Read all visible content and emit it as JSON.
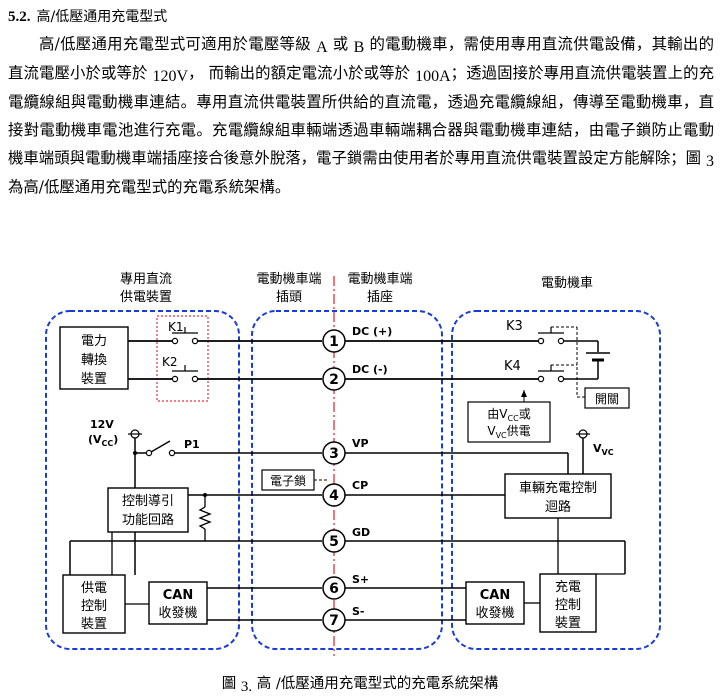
{
  "section": {
    "number": "5.2.",
    "title": "高/低壓通用充電型式"
  },
  "paragraph": {
    "t1": "高/低壓通用充電型式可適用於電壓等級 ",
    "level_a": "A",
    "t2": " 或 ",
    "level_b": "B",
    "t3": " 的電動機車，需使用專用直流供電設備，其輸出的直流電壓小於或等於 ",
    "voltage": "120V",
    "t4": "， 而輸出的額定電流小於或等於 ",
    "current": "100A",
    "t5": "；透過固接於專用直流供電裝置上的充電纜線組與電動機車連結。專用直流供電裝置所供給的直流電，透過充電纜線組，傳導至電動機車，直接對電動機車電池進行充電。充電纜線組車輛端透過車輛端耦合器與電動機車連結，由電子鎖防止電動機車端頭與電動機車端插座接合後意外脫落，電子鎖需由使用者於專用直流供電裝置設定方能解除；圖 ",
    "fig_ref": "3",
    "t6": " 為高/低壓通用充電型式的充電系統架構。"
  },
  "diagram": {
    "groups": {
      "supply_l1": "專用直流",
      "supply_l2": "供電裝置",
      "plug_l1": "電動機車端",
      "plug_l2": "插頭",
      "socket_l1": "電動機車端",
      "socket_l2": "插座",
      "vehicle": "電動機車"
    },
    "boxes": {
      "power_conv": [
        "電力",
        "轉換",
        "裝置"
      ],
      "control_pilot": [
        "控制導引",
        "功能回路"
      ],
      "supply_ctrl": [
        "供電",
        "控制",
        "裝置"
      ],
      "can_left": [
        "CAN",
        "收發機"
      ],
      "e_lock": "電子鎖",
      "vehicle_ctrl": [
        "車輛充電控制",
        "迴路"
      ],
      "can_right": [
        "CAN",
        "收發機"
      ],
      "charge_ctrl": [
        "充電",
        "控制",
        "裝置"
      ],
      "vcc_supply": [
        "由V",
        "CC",
        "或",
        "V",
        "VC",
        "供電"
      ],
      "open_close": "開關"
    },
    "switches": {
      "k1": "K1",
      "k2": "K2",
      "k3": "K3",
      "k4": "K4",
      "p1": "P1"
    },
    "supply_12v": {
      "value": "12V",
      "name_main": "(V",
      "name_sub": "CC",
      "name_end": ")"
    },
    "vvc": {
      "main": "V",
      "sub": "VC"
    },
    "pins": [
      {
        "num": "1",
        "label": "DC (+)"
      },
      {
        "num": "2",
        "label": "DC (-)"
      },
      {
        "num": "3",
        "label": "VP"
      },
      {
        "num": "4",
        "label": "CP"
      },
      {
        "num": "5",
        "label": "GD"
      },
      {
        "num": "6",
        "label": "S+"
      },
      {
        "num": "7",
        "label": "S-"
      }
    ],
    "colors": {
      "group_border": "#1a3bd6",
      "switch_border": "#e0303a",
      "centerline": "#e0303a",
      "wire": "#000000"
    }
  },
  "caption": {
    "prefix": "圖 ",
    "num": "3.",
    "title": " 高 /低壓通用充電型式的充電系統架構"
  }
}
